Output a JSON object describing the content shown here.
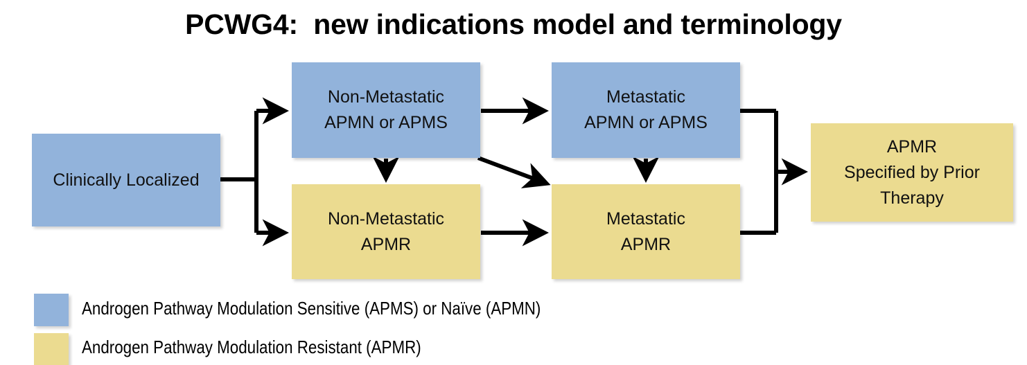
{
  "title": "PCWG4:  new indications model and terminology",
  "colors": {
    "blue": "#92B3DB",
    "yellow": "#EBDB90",
    "edge": "#000000",
    "background": "#FFFFFF",
    "text": "#111111"
  },
  "nodes": [
    {
      "id": "clinically-localized",
      "label": "Clinically Localized",
      "color": "blue"
    },
    {
      "id": "nonmet-apmn-apms",
      "label": "Non-Metastatic\nAPMN or APMS",
      "color": "blue"
    },
    {
      "id": "met-apmn-apms",
      "label": "Metastatic\nAPMN or APMS",
      "color": "blue"
    },
    {
      "id": "nonmet-apmr",
      "label": "Non-Metastatic\nAPMR",
      "color": "yellow"
    },
    {
      "id": "met-apmr",
      "label": "Metastatic\nAPMR",
      "color": "yellow"
    },
    {
      "id": "apmr-prior-therapy",
      "label": "APMR\nSpecified by Prior\nTherapy",
      "color": "yellow"
    }
  ],
  "edges": [
    {
      "from": "clinically-localized",
      "to": "nonmet-apmn-apms",
      "kind": "elbow-up"
    },
    {
      "from": "clinically-localized",
      "to": "nonmet-apmr",
      "kind": "elbow-down"
    },
    {
      "from": "nonmet-apmn-apms",
      "to": "met-apmn-apms",
      "kind": "straight-right"
    },
    {
      "from": "nonmet-apmn-apms",
      "to": "nonmet-apmr",
      "kind": "straight-down"
    },
    {
      "from": "nonmet-apmn-apms",
      "to": "met-apmr",
      "kind": "diagonal"
    },
    {
      "from": "nonmet-apmr",
      "to": "met-apmr",
      "kind": "straight-right"
    },
    {
      "from": "met-apmn-apms",
      "to": "met-apmr",
      "kind": "straight-down"
    },
    {
      "from": "met-apmn-apms",
      "to": "apmr-prior-therapy",
      "kind": "merge-right"
    },
    {
      "from": "met-apmr",
      "to": "apmr-prior-therapy",
      "kind": "merge-right"
    }
  ],
  "legend": {
    "items": [
      {
        "color": "blue",
        "label": "Androgen Pathway Modulation Sensitive (APMS) or Naïve (APMN)"
      },
      {
        "color": "yellow",
        "label": "Androgen Pathway Modulation Resistant (APMR)"
      }
    ]
  }
}
